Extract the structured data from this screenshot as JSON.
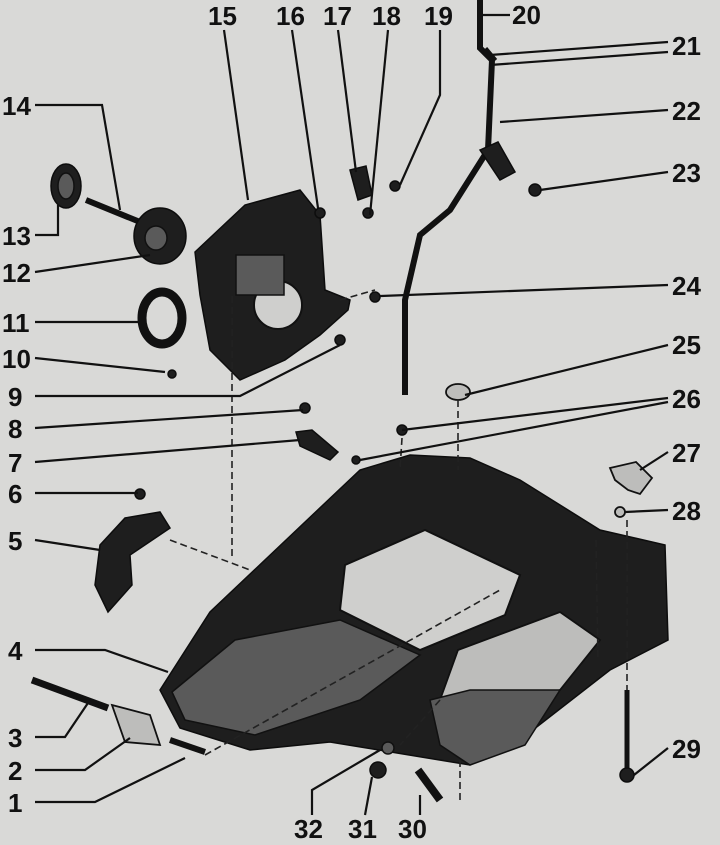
{
  "callouts": [
    "1",
    "2",
    "3",
    "4",
    "5",
    "6",
    "7",
    "8",
    "9",
    "10",
    "11",
    "12",
    "13",
    "14",
    "15",
    "16",
    "17",
    "18",
    "19",
    "20",
    "21",
    "22",
    "23",
    "24",
    "25",
    "26",
    "27",
    "28",
    "29",
    "30",
    "31",
    "32"
  ],
  "colors": {
    "background": "#d9d9d7",
    "ink": "#111111",
    "part": "#1e1e1e"
  }
}
